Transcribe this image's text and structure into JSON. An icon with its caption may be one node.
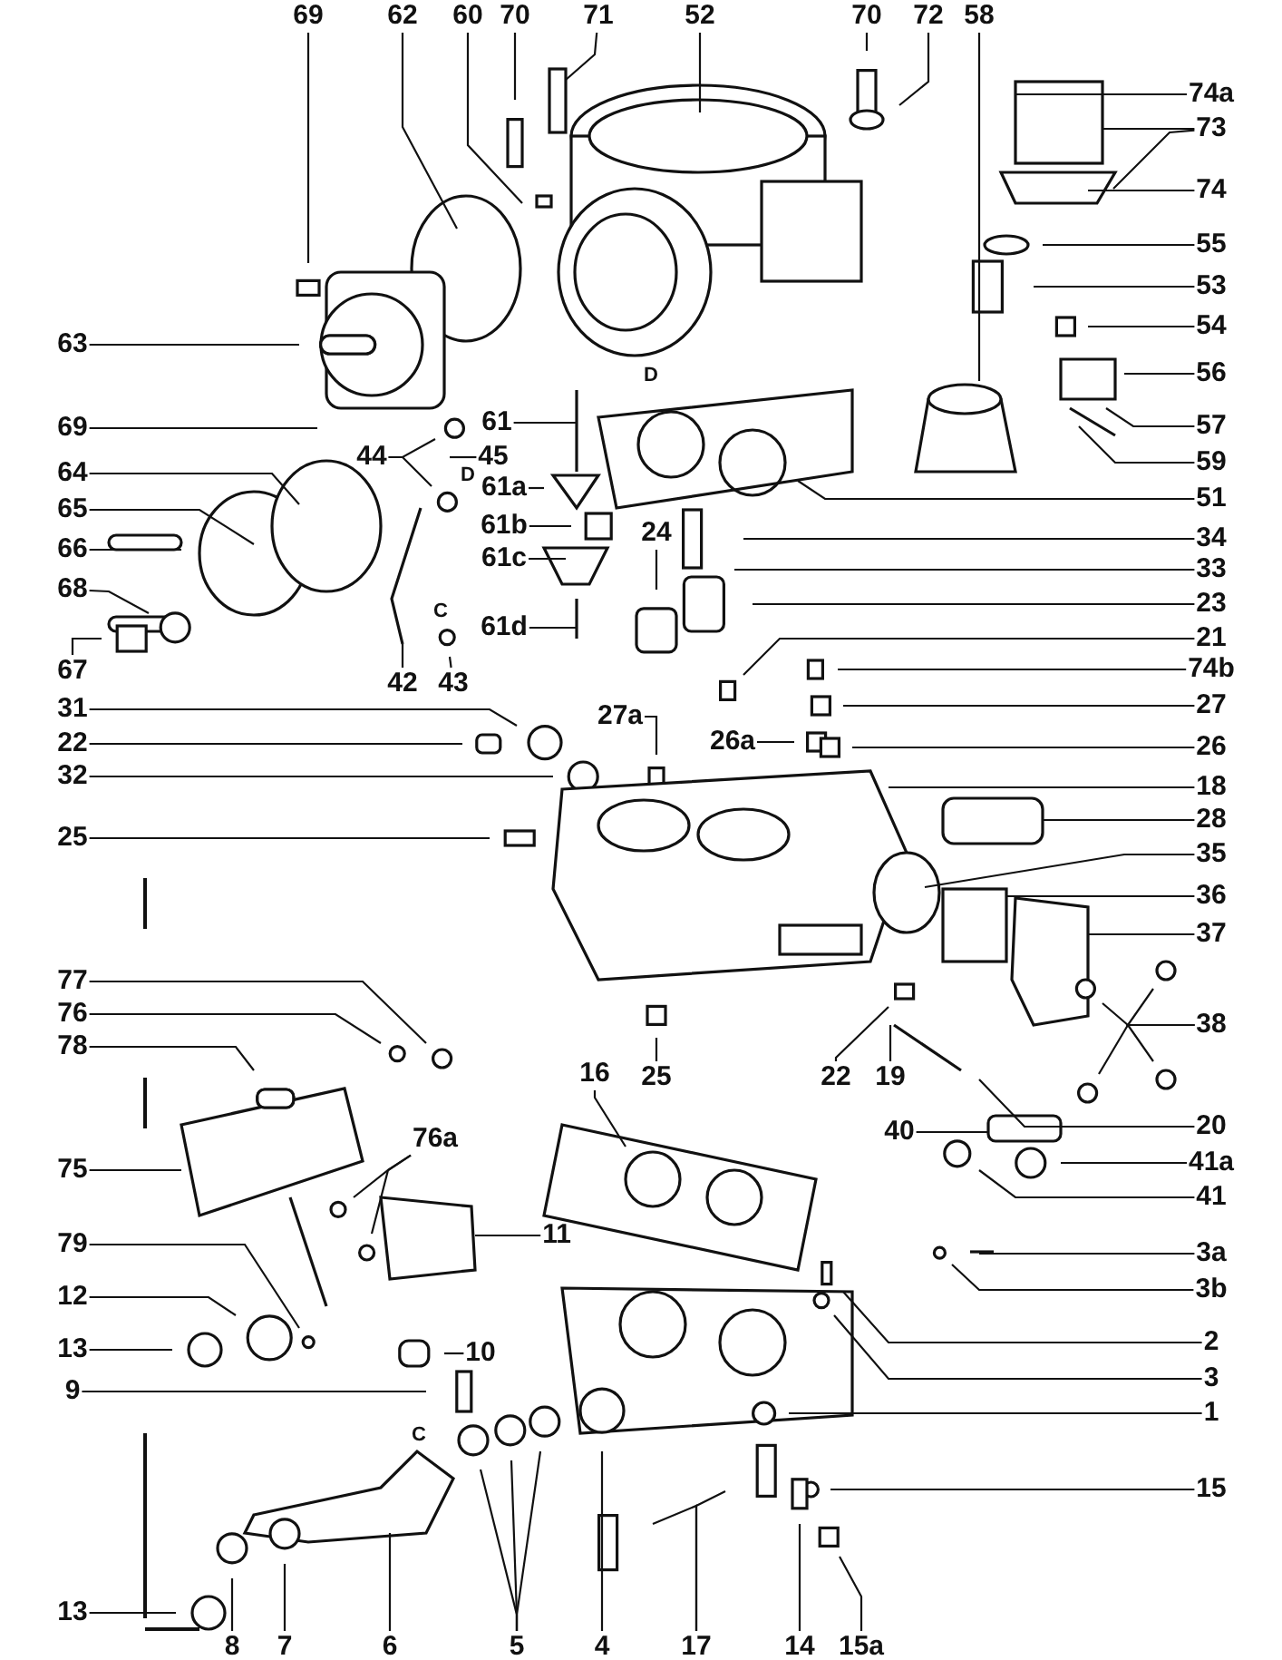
{
  "diagram": {
    "nodes": [
      {
        "text": [
          "69"
        ]
      },
      {
        "text": [
          "62"
        ]
      },
      {
        "text": [
          "60"
        ]
      },
      {
        "text": [
          "70"
        ]
      },
      {
        "text": [
          "71"
        ]
      },
      {
        "text": [
          "52"
        ]
      },
      {
        "text": [
          "70"
        ]
      },
      {
        "text": [
          "72"
        ]
      },
      {
        "text": [
          "58"
        ]
      },
      {
        "text": [
          "74a"
        ]
      },
      {
        "text": [
          "73"
        ]
      },
      {
        "text": [
          "74"
        ]
      },
      {
        "text": [
          "55"
        ]
      },
      {
        "text": [
          "53"
        ]
      },
      {
        "text": [
          "54"
        ]
      },
      {
        "text": [
          "56"
        ]
      },
      {
        "text": [
          "57"
        ]
      },
      {
        "text": [
          "59"
        ]
      },
      {
        "text": [
          "51"
        ]
      },
      {
        "text": [
          "63"
        ]
      },
      {
        "text": [
          "69"
        ]
      },
      {
        "text": [
          "64"
        ]
      },
      {
        "text": [
          "65"
        ]
      },
      {
        "text": [
          "66"
        ]
      },
      {
        "text": [
          "68"
        ]
      },
      {
        "text": [
          "67"
        ]
      },
      {
        "text": [
          "31"
        ]
      },
      {
        "text": [
          "22"
        ]
      },
      {
        "text": [
          "32"
        ]
      },
      {
        "text": [
          "25"
        ]
      },
      {
        "text": [
          "77"
        ]
      },
      {
        "text": [
          "76"
        ]
      },
      {
        "text": [
          "78"
        ]
      },
      {
        "text": [
          "75"
        ]
      },
      {
        "text": [
          "79"
        ]
      },
      {
        "text": [
          "12"
        ]
      },
      {
        "text": [
          "13"
        ]
      },
      {
        "text": [
          "9"
        ]
      },
      {
        "text": [
          "13"
        ]
      },
      {
        "text": [
          "44"
        ]
      },
      {
        "text": [
          "45"
        ]
      },
      {
        "text": [
          "61"
        ]
      },
      {
        "text": [
          "61a"
        ]
      },
      {
        "text": [
          "61b"
        ]
      },
      {
        "text": [
          "61c"
        ]
      },
      {
        "text": [
          "61d"
        ]
      },
      {
        "text": [
          "24"
        ]
      },
      {
        "text": [
          "42"
        ]
      },
      {
        "text": [
          "43"
        ]
      },
      {
        "text": [
          "27a"
        ]
      },
      {
        "text": [
          "26a"
        ]
      },
      {
        "text": [
          "25"
        ]
      },
      {
        "text": [
          "22"
        ]
      },
      {
        "text": [
          "19"
        ]
      },
      {
        "text": [
          "16"
        ]
      },
      {
        "text": [
          "40"
        ]
      },
      {
        "text": [
          "76a"
        ]
      },
      {
        "text": [
          "11"
        ]
      },
      {
        "text": [
          "10"
        ]
      },
      {
        "text": [
          "8"
        ]
      },
      {
        "text": [
          "7"
        ]
      },
      {
        "text": [
          "6"
        ]
      },
      {
        "text": [
          "5"
        ]
      },
      {
        "text": [
          "4"
        ]
      },
      {
        "text": [
          "17"
        ]
      },
      {
        "text": [
          "14"
        ]
      },
      {
        "text": [
          "15a"
        ]
      },
      {
        "text": [
          "34"
        ]
      },
      {
        "text": [
          "33"
        ]
      },
      {
        "text": [
          "23"
        ]
      },
      {
        "text": [
          "21"
        ]
      },
      {
        "text": [
          "74b"
        ]
      },
      {
        "text": [
          "27"
        ]
      },
      {
        "text": [
          "26"
        ]
      },
      {
        "text": [
          "18"
        ]
      },
      {
        "text": [
          "28"
        ]
      },
      {
        "text": [
          "35"
        ]
      },
      {
        "text": [
          "36"
        ]
      },
      {
        "text": [
          "37"
        ]
      },
      {
        "text": [
          "38"
        ]
      },
      {
        "text": [
          "20"
        ]
      },
      {
        "text": [
          "41a"
        ]
      },
      {
        "text": [
          "41"
        ]
      },
      {
        "text": [
          "3a"
        ]
      },
      {
        "text": [
          "3b"
        ]
      },
      {
        "text": [
          "2"
        ]
      },
      {
        "text": [
          "3"
        ]
      },
      {
        "text": [
          "1"
        ]
      },
      {
        "text": [
          "15"
        ]
      }
    ],
    "edges": [
      {
        "from": 0,
        "to": null,
        "arrow": "none"
      },
      {
        "from": 1,
        "to": null,
        "arrow": "none"
      },
      {
        "from": 2,
        "to": null,
        "arrow": "none"
      },
      {
        "from": 3,
        "to": null,
        "arrow": "none"
      },
      {
        "from": 4,
        "to": null,
        "arrow": "none"
      },
      {
        "from": 5,
        "to": null,
        "arrow": "none"
      },
      {
        "from": 6,
        "to": null,
        "arrow": "none"
      },
      {
        "from": 7,
        "to": null,
        "arrow": "none"
      },
      {
        "from": 8,
        "to": null,
        "arrow": "none"
      },
      {
        "from": 9,
        "to": null,
        "arrow": "none"
      },
      {
        "from": 10,
        "to": null,
        "arrow": "none"
      },
      {
        "from": 10,
        "to": null,
        "arrow": "none"
      },
      {
        "from": 11,
        "to": null,
        "arrow": "none"
      },
      {
        "from": 12,
        "to": null,
        "arrow": "none"
      },
      {
        "from": 13,
        "to": null,
        "arrow": "none"
      },
      {
        "from": 14,
        "to": null,
        "arrow": "none"
      },
      {
        "from": 15,
        "to": null,
        "arrow": "none"
      },
      {
        "from": 16,
        "to": null,
        "arrow": "none"
      },
      {
        "from": 17,
        "to": null,
        "arrow": "none"
      },
      {
        "from": 18,
        "to": null,
        "arrow": "none"
      },
      {
        "from": 19,
        "to": null,
        "arrow": "none"
      },
      {
        "from": 20,
        "to": null,
        "arrow": "none"
      },
      {
        "from": 21,
        "to": null,
        "arrow": "none"
      },
      {
        "from": 22,
        "to": null,
        "arrow": "none"
      },
      {
        "from": 23,
        "to": null,
        "arrow": "none"
      },
      {
        "from": 24,
        "to": null,
        "arrow": "none"
      },
      {
        "from": 25,
        "to": null,
        "arrow": "none"
      },
      {
        "from": 26,
        "to": null,
        "arrow": "none"
      },
      {
        "from": 27,
        "to": null,
        "arrow": "none"
      },
      {
        "from": 28,
        "to": null,
        "arrow": "none"
      },
      {
        "from": 29,
        "to": null,
        "arrow": "none"
      },
      {
        "from": 30,
        "to": null,
        "arrow": "none"
      },
      {
        "from": 31,
        "to": null,
        "arrow": "none"
      },
      {
        "from": 32,
        "to": null,
        "arrow": "none"
      },
      {
        "from": 33,
        "to": null,
        "arrow": "none"
      },
      {
        "from": 34,
        "to": null,
        "arrow": "none"
      },
      {
        "from": 35,
        "to": null,
        "arrow": "none"
      },
      {
        "from": 36,
        "to": null,
        "arrow": "none"
      },
      {
        "from": 37,
        "to": null,
        "arrow": "none"
      },
      {
        "from": 38,
        "to": null,
        "arrow": "none"
      },
      {
        "from": 39,
        "to": null,
        "arrow": "none"
      },
      {
        "from": 39,
        "to": null,
        "arrow": "none"
      },
      {
        "from": 40,
        "to": null,
        "arrow": "none"
      },
      {
        "from": 41,
        "to": null,
        "arrow": "none"
      },
      {
        "from": 42,
        "to": null,
        "arrow": "none"
      },
      {
        "from": 43,
        "to": null,
        "arrow": "none"
      },
      {
        "from": 44,
        "to": null,
        "arrow": "none"
      },
      {
        "from": 45,
        "to": null,
        "arrow": "none"
      },
      {
        "from": 46,
        "to": null,
        "arrow": "none"
      },
      {
        "from": 47,
        "to": null,
        "arrow": "none"
      },
      {
        "from": 48,
        "to": null,
        "arrow": "none"
      },
      {
        "from": 49,
        "to": null,
        "arrow": "none"
      },
      {
        "from": 50,
        "to": null,
        "arrow": "none"
      },
      {
        "from": 51,
        "to": null,
        "arrow": "none"
      },
      {
        "from": 52,
        "to": null,
        "arrow": "none"
      },
      {
        "from": 53,
        "to": null,
        "arrow": "none"
      },
      {
        "from": 54,
        "to": null,
        "arrow": "none"
      },
      {
        "from": 55,
        "to": null,
        "arrow": "none"
      },
      {
        "from": 56,
        "to": null,
        "arrow": "none"
      },
      {
        "from": 56,
        "to": null,
        "arrow": "none"
      },
      {
        "from": 57,
        "to": null,
        "arrow": "none"
      },
      {
        "from": 58,
        "to": null,
        "arrow": "none"
      },
      {
        "from": 59,
        "to": null,
        "arrow": "none"
      },
      {
        "from": 60,
        "to": null,
        "arrow": "none"
      },
      {
        "from": 61,
        "to": null,
        "arrow": "none"
      },
      {
        "from": 62,
        "to": null,
        "arrow": "none"
      },
      {
        "from": 62,
        "to": null,
        "arrow": "none"
      },
      {
        "from": 62,
        "to": null,
        "arrow": "none"
      },
      {
        "from": 63,
        "to": null,
        "arrow": "none"
      },
      {
        "from": 64,
        "to": null,
        "arrow": "none"
      },
      {
        "from": 64,
        "to": null,
        "arrow": "none"
      },
      {
        "from": 65,
        "to": null,
        "arrow": "none"
      },
      {
        "from": 66,
        "to": null,
        "arrow": "none"
      },
      {
        "from": 67,
        "to": null,
        "arrow": "none"
      },
      {
        "from": 68,
        "to": null,
        "arrow": "none"
      },
      {
        "from": 69,
        "to": null,
        "arrow": "none"
      },
      {
        "from": 70,
        "to": null,
        "arrow": "none"
      },
      {
        "from": 71,
        "to": null,
        "arrow": "none"
      },
      {
        "from": 72,
        "to": null,
        "arrow": "none"
      },
      {
        "from": 73,
        "to": null,
        "arrow": "none"
      },
      {
        "from": 74,
        "to": null,
        "arrow": "none"
      },
      {
        "from": 75,
        "to": null,
        "arrow": "none"
      },
      {
        "from": 76,
        "to": null,
        "arrow": "none"
      },
      {
        "from": 77,
        "to": null,
        "arrow": "none"
      },
      {
        "from": 78,
        "to": null,
        "arrow": "none"
      },
      {
        "from": 79,
        "to": null,
        "arrow": "none"
      },
      {
        "from": 79,
        "to": null,
        "arrow": "none"
      },
      {
        "from": 79,
        "to": null,
        "arrow": "none"
      },
      {
        "from": 79,
        "to": null,
        "arrow": "none"
      },
      {
        "from": 80,
        "to": null,
        "arrow": "none"
      },
      {
        "from": 81,
        "to": null,
        "arrow": "none"
      },
      {
        "from": 82,
        "to": null,
        "arrow": "none"
      },
      {
        "from": 83,
        "to": null,
        "arrow": "none"
      },
      {
        "from": 84,
        "to": null,
        "arrow": "none"
      },
      {
        "from": 85,
        "to": null,
        "arrow": "none"
      },
      {
        "from": 86,
        "to": null,
        "arrow": "none"
      },
      {
        "from": 87,
        "to": null,
        "arrow": "none"
      },
      {
        "from": 88,
        "to": null,
        "arrow": "none"
      }
    ],
    "labels": [
      "D",
      "D",
      "C",
      "C"
    ]
  }
}
